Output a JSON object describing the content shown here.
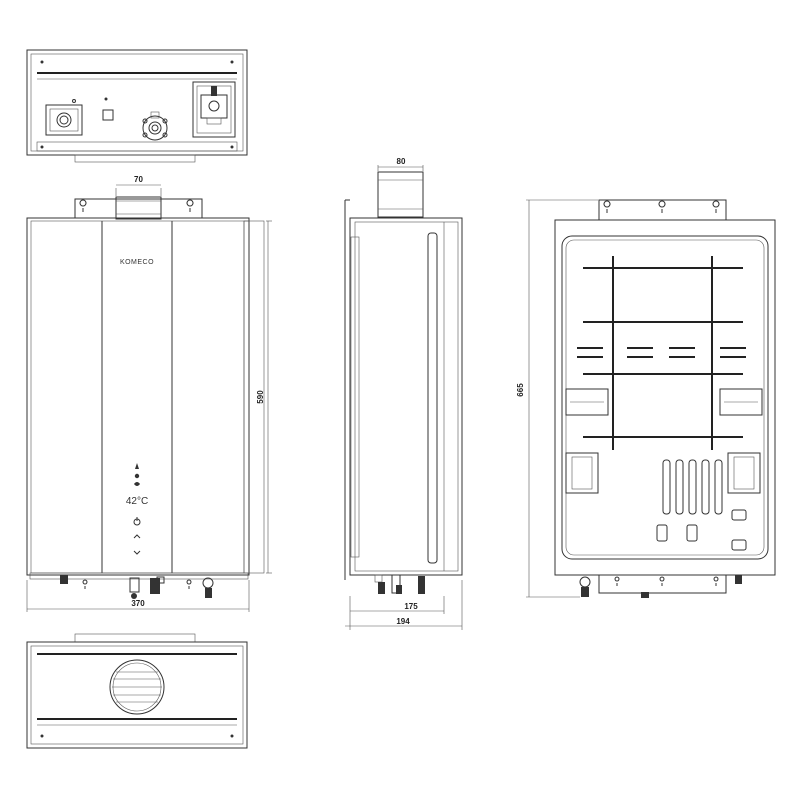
{
  "drawing": {
    "brand": "KOMECO",
    "display_reading": "42°C",
    "dimensions": {
      "flue_width_front": "70",
      "flue_width_side": "80",
      "unit_width": "370",
      "unit_height": "590",
      "depth_inner": "175",
      "depth_total": "194",
      "total_height_back": "665"
    }
  }
}
